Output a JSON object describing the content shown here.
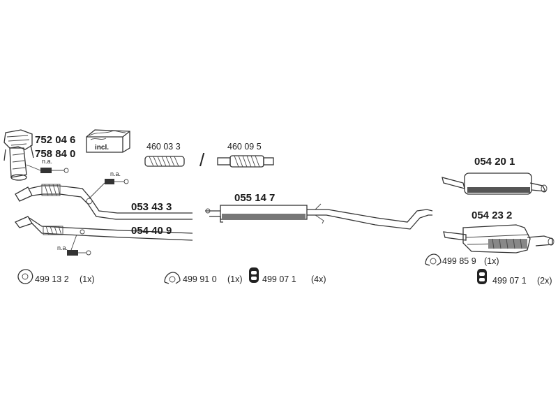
{
  "parts": {
    "manifold_catalyst_a": "752 04 6",
    "manifold_catalyst_b": "758 84 0",
    "incl_label": "incl.",
    "na_label_1": "n.a.",
    "na_label_2": "n.a.",
    "na_label_3": "n.a.",
    "flex_pipe_a": "460 03 3",
    "flex_separator": "/",
    "flex_pipe_b": "460 09 5",
    "front_pipe_a": "053 43 3",
    "front_pipe_b": "054 40 9",
    "middle_silencer": "055 14 7",
    "rear_silencer_a": "054 20 1",
    "rear_silencer_b": "054 23 2"
  },
  "fittings": {
    "gasket_1": "499 13 2",
    "gasket_1_qty": "(1x)",
    "clamp_1": "499 91 0",
    "clamp_1_qty": "(1x)",
    "rubber_mount_1": "499 07 1",
    "rubber_mount_1_qty": "(4x)",
    "clamp_2": "499 85 9",
    "clamp_2_qty": "(1x)",
    "rubber_mount_2": "499 07 1",
    "rubber_mount_2_qty": "(2x)"
  },
  "icons": [
    "gasket-icon",
    "clamp-icon",
    "rubber-mount-icon",
    "lambda-sensor-icon",
    "box-icon"
  ]
}
